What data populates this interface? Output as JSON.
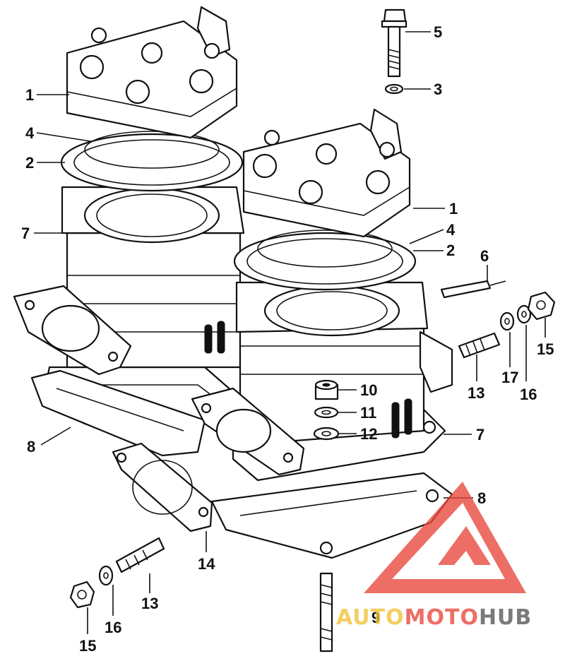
{
  "callouts": {
    "c1a": "1",
    "c4a": "4",
    "c2a": "2",
    "c7a": "7",
    "c8a": "8",
    "c5": "5",
    "c3": "3",
    "c1b": "1",
    "c4b": "4",
    "c2b": "2",
    "c6": "6",
    "c15a": "15",
    "c16a": "16",
    "c17": "17",
    "c13a": "13",
    "c10": "10",
    "c11": "11",
    "c12": "12",
    "c7b": "7",
    "c8b": "8",
    "c14": "14",
    "c13b": "13",
    "c16b": "16",
    "c15b": "15",
    "c9": "9"
  },
  "watermark": {
    "part1": "AUTO",
    "part2": "MOTO",
    "part3": "HUB",
    "color_red": "#e8463a",
    "color_grey": "#555555",
    "color_yellow": "#f2c233"
  }
}
